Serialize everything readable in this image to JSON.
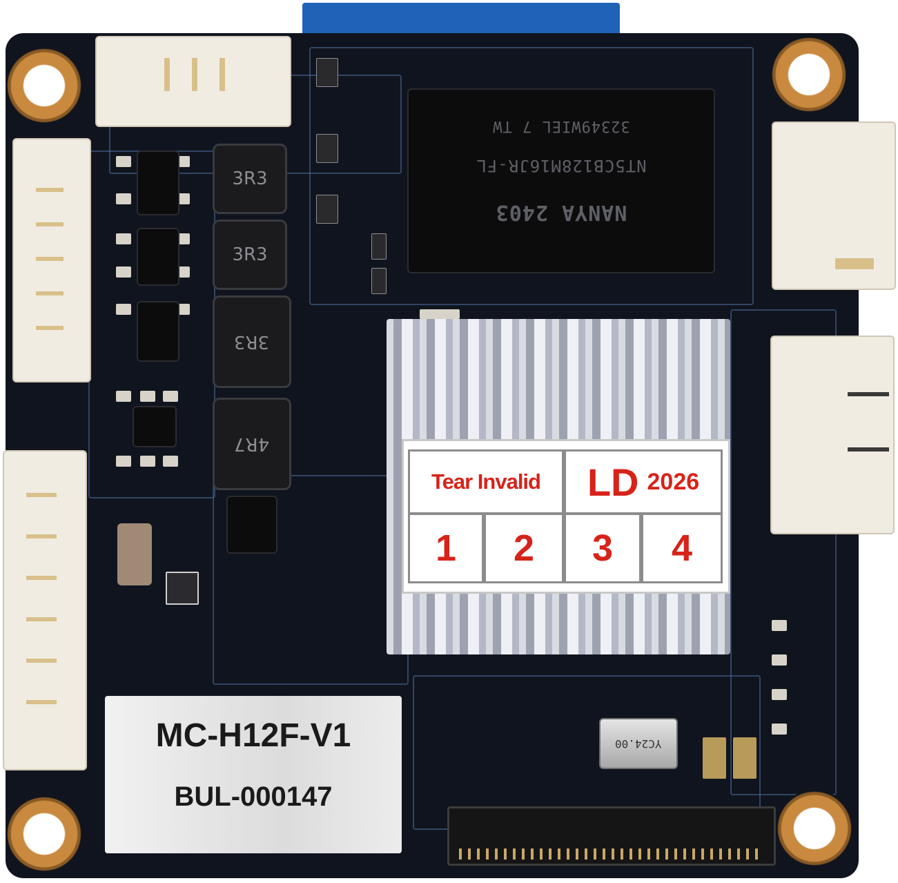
{
  "board": {
    "chip_markings": [
      "NANYA 2403",
      "NT5CB128M16JR-FL",
      "32349WIEL 7 TW"
    ],
    "inductors": [
      "3R3",
      "3R3",
      "3R3",
      "4R7"
    ],
    "crystal_marking": "YC24.00"
  },
  "warranty_label": {
    "left_text": "Tear Invalid",
    "brand": "LD",
    "year": "2026",
    "boxes": [
      "1",
      "2",
      "3",
      "4"
    ]
  },
  "model_sticker": {
    "line1": "MC-H12F-V1",
    "line2": "BUL-000147"
  },
  "colors": {
    "pcb": "#10141e",
    "trace": "#4f6ea0",
    "label_red": "#d7231a",
    "mount_pad": "#c98a3f",
    "connector": "#f1ece2"
  }
}
